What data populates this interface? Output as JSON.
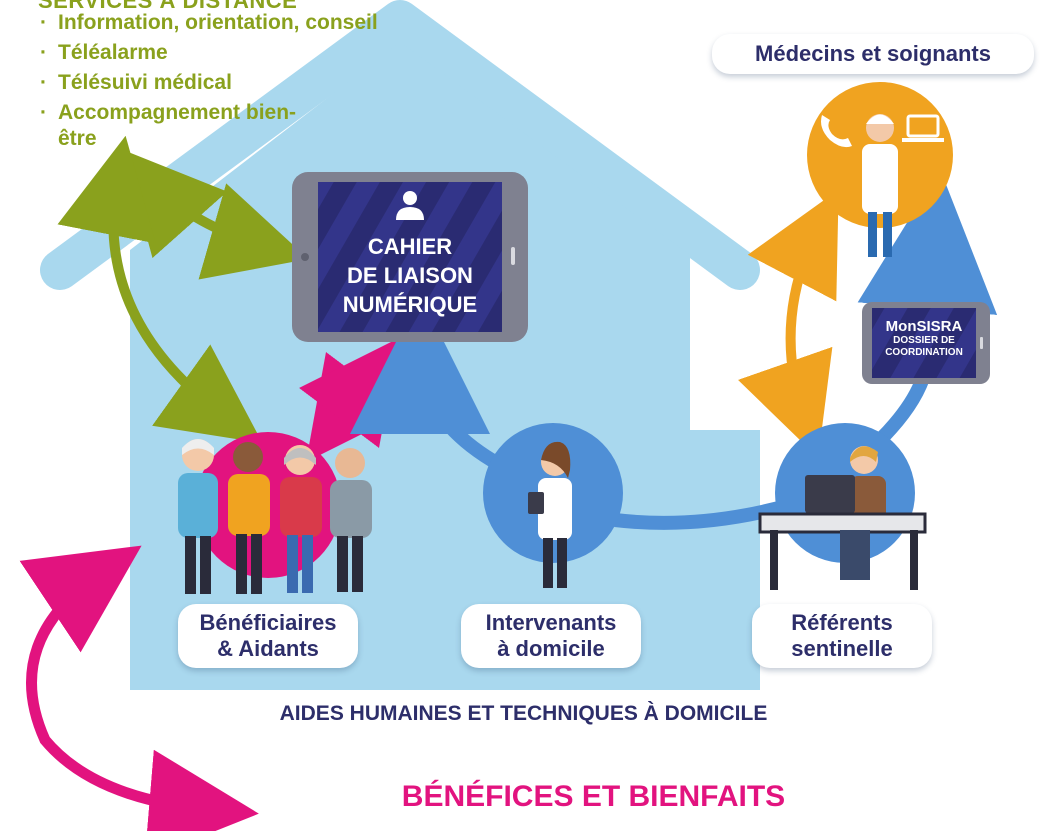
{
  "services": {
    "title": "SERVICES À DISTANCE",
    "items": [
      "Information, orientation, conseil",
      "Téléalarme",
      "Télésuivi médical",
      "Accompagnement bien-être"
    ]
  },
  "tablet_main": {
    "text": "CAHIER\nDE LIAISON\nNUMÉRIQUE"
  },
  "tablet_sisra": {
    "title": "MonSISRA",
    "subtitle": "DOSSIER DE\nCOORDINATION"
  },
  "labels": {
    "medecins": "Médecins et soignants",
    "beneficiaires": "Bénéficiaires\n& Aidants",
    "intervenants": "Intervenants\nà domicile",
    "referents": "Référents\nsentinelle"
  },
  "footer": {
    "aides": "AIDES HUMAINES ET TECHNIQUES À DOMICILE",
    "benefits": "BÉNÉFICES ET BIENFAITS"
  },
  "colors": {
    "house": "#a9d8ee",
    "green_arrow": "#8aa11d",
    "pink": "#e2137f",
    "orange": "#f0a320",
    "blue": "#4f8fd6",
    "navy": "#2d2e6a"
  }
}
